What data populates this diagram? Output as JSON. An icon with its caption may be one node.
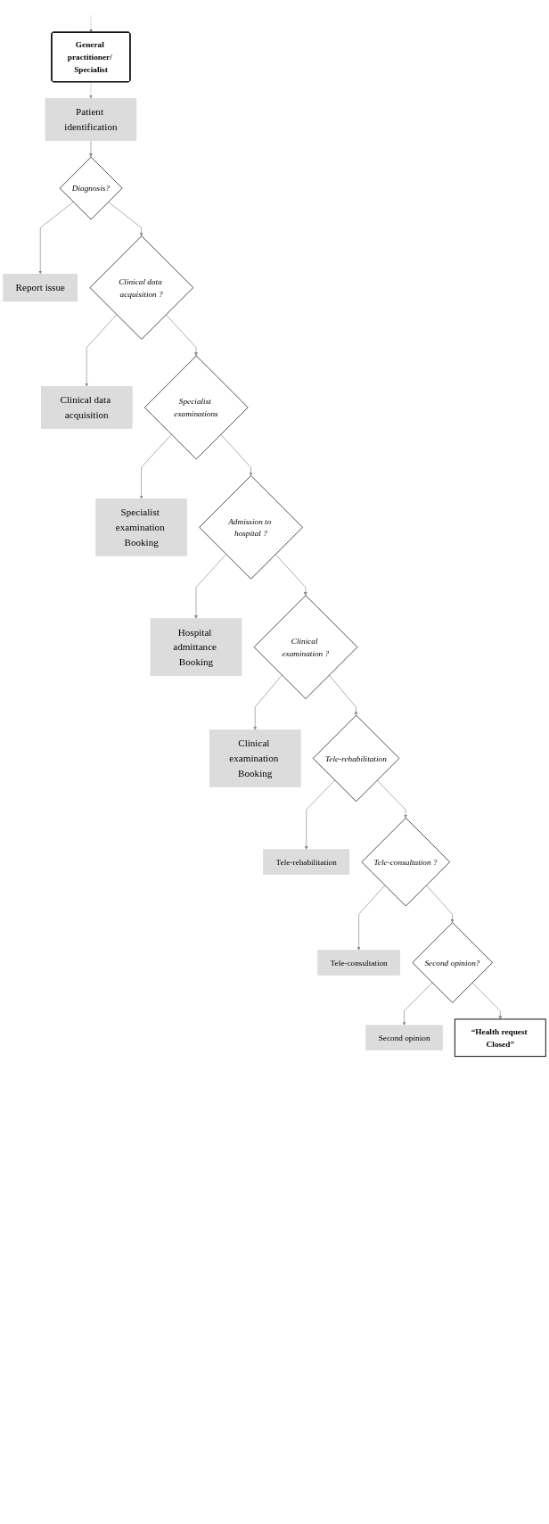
{
  "diagram": {
    "nodes": [
      {
        "text": [
          "General practitioner/ Specialist"
        ]
      },
      {
        "text": [
          "Patient identification"
        ]
      },
      {
        "text": [
          "Diagnosis?"
        ]
      },
      {
        "text": [
          "Report issue"
        ]
      },
      {
        "text": [
          "Clinical data acquisition ?"
        ]
      },
      {
        "text": [
          "Clinical data acquisition"
        ]
      },
      {
        "text": [
          "Specialist examinations"
        ]
      },
      {
        "text": [
          "Specialist examination Booking"
        ]
      },
      {
        "text": [
          "Admission to hospital ?"
        ]
      },
      {
        "text": [
          "Hospital admittance Booking"
        ]
      },
      {
        "text": [
          "Clinical examination ?"
        ]
      },
      {
        "text": [
          "Clinical examination Booking"
        ]
      },
      {
        "text": [
          "Tele-rehabilitation"
        ]
      },
      {
        "text": [
          "Tele-rehabilitation"
        ]
      },
      {
        "text": [
          "Tele-consultation ?"
        ]
      },
      {
        "text": [
          "Tele-consultation"
        ]
      },
      {
        "text": [
          "Second opinion?"
        ]
      },
      {
        "text": [
          "Second opinion"
        ]
      },
      {
        "text": [
          "“Health request Closed”"
        ]
      }
    ],
    "edges": [
      {
        "from": null,
        "to": 0,
        "arrow": "to",
        "style": "dashed"
      },
      {
        "from": 0,
        "to": 1,
        "arrow": "to",
        "style": "dashed"
      },
      {
        "from": 1,
        "to": 2,
        "arrow": "to"
      },
      {
        "from": 2,
        "to": 3,
        "arrow": "to"
      },
      {
        "from": 2,
        "to": 4,
        "arrow": "to"
      },
      {
        "from": 4,
        "to": 5,
        "arrow": "to"
      },
      {
        "from": 4,
        "to": 6,
        "arrow": "to"
      },
      {
        "from": 6,
        "to": 7,
        "arrow": "to"
      },
      {
        "from": 6,
        "to": 8,
        "arrow": "to"
      },
      {
        "from": 8,
        "to": 9,
        "arrow": "to"
      },
      {
        "from": 8,
        "to": 10,
        "arrow": "to"
      },
      {
        "from": 10,
        "to": 11,
        "arrow": "to"
      },
      {
        "from": 10,
        "to": 12,
        "arrow": "to"
      },
      {
        "from": 12,
        "to": 13,
        "arrow": "to"
      },
      {
        "from": 12,
        "to": 14,
        "arrow": "to"
      },
      {
        "from": 14,
        "to": 15,
        "arrow": "to"
      },
      {
        "from": 14,
        "to": 16,
        "arrow": "to"
      },
      {
        "from": 16,
        "to": 17,
        "arrow": "to"
      },
      {
        "from": 16,
        "to": 18,
        "arrow": "to"
      }
    ]
  }
}
